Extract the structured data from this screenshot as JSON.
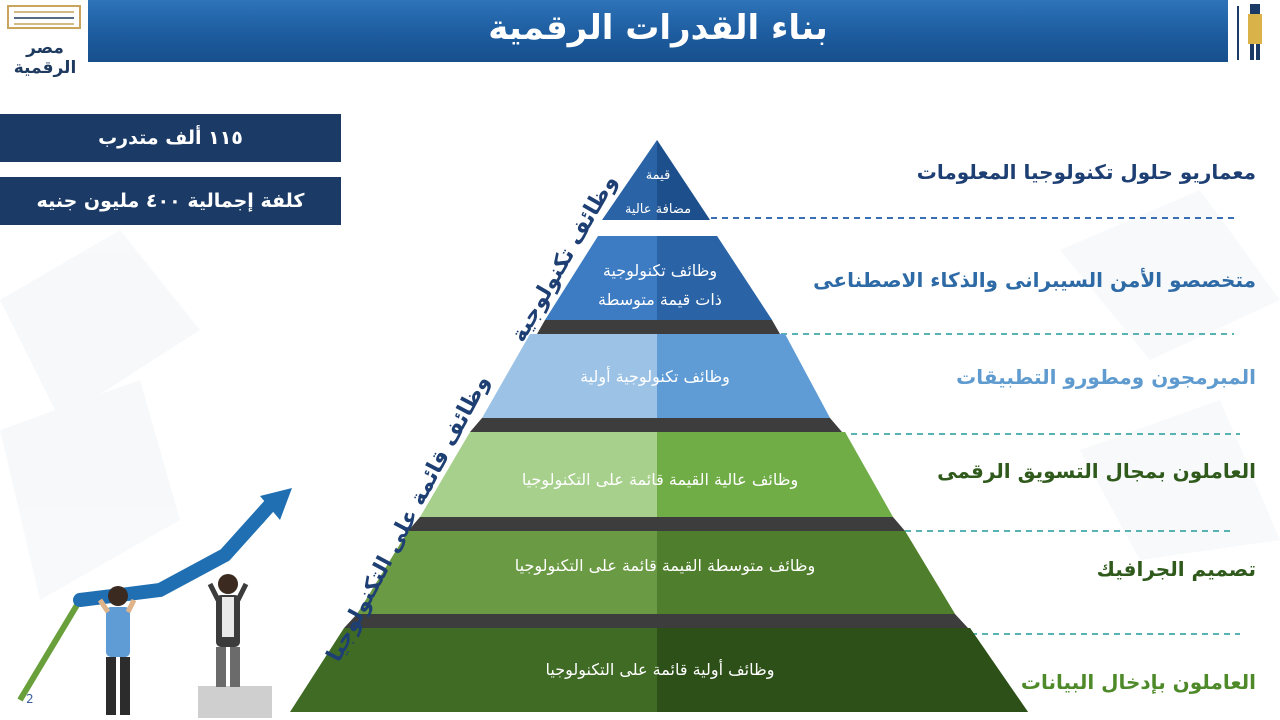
{
  "header": {
    "title": "بناء القدرات الرقمية"
  },
  "logo": {
    "text": "مصر الرقمية"
  },
  "stats": [
    {
      "text": "١١٥ ألف متدرب"
    },
    {
      "text": "كلفة إجمالية ٤٠٠ مليون جنيه"
    }
  ],
  "pyramid": {
    "levels": [
      {
        "line1": "قيمة",
        "line2": "مضافة عالية"
      },
      {
        "line1": "وظائف تكنولوجية",
        "line2": "ذات قيمة متوسطة"
      },
      {
        "line1": "وظائف تكنولوجية أولية"
      },
      {
        "line1": "وظائف عالية القيمة قائمة على التكنولوجيا"
      },
      {
        "line1": "وظائف متوسطة القيمة قائمة على التكنولوجيا"
      },
      {
        "line1": "وظائف أولية قائمة على التكنولوجيا"
      }
    ],
    "group_tech": "وظائف تكنولوجية",
    "group_tech_based": "وظائف قائمة على التكنولوجيا"
  },
  "roles": [
    "معماريو حلول تكنولوجيا المعلومات",
    "متخصصو الأمن السيبرانى والذكاء الاصطناعى",
    "المبرمجون ومطورو التطبيقات",
    "العاملون بمجال التسويق الرقمى",
    "تصميم الجرافيك",
    "العاملون بإدخال البيانات"
  ],
  "page_number": "2",
  "colors": {
    "header_blue": "#1d5c9f",
    "stat_navy": "#1b3a66",
    "role_dark_blue": "#1e3f73",
    "role_mid_blue": "#2e6aa6",
    "role_light_blue": "#5f9bcf",
    "role_green": "#2f5a1c",
    "role_light_green": "#4f8a2a",
    "dash_blue": "#3a6fb5",
    "dash_teal": "#5ab3b3"
  }
}
